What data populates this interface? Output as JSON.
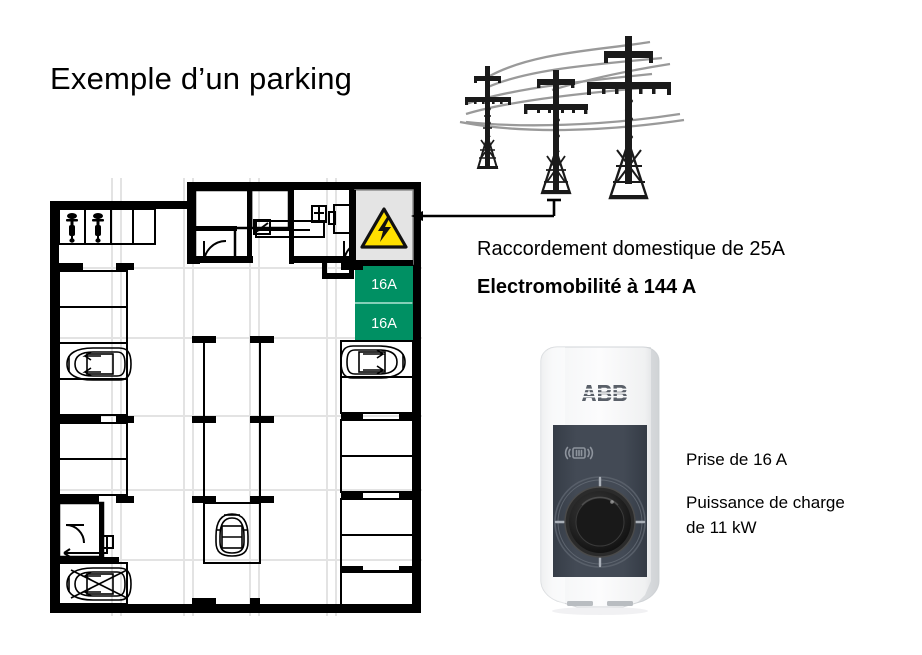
{
  "page": {
    "title": "Exemple d’un parking",
    "background_color": "#ffffff"
  },
  "floorplan": {
    "label": "parking-garage-floor-plan",
    "wall_color": "#000000",
    "bay_line_color": "#000000",
    "grid_color": "#e0e0e0",
    "technical_room": {
      "label": "technical-room"
    },
    "electrical_room": {
      "label": "electrical-supply-room",
      "fill_color": "#e4e4e4",
      "hazard_icon": {
        "name": "electrical-hazard-icon",
        "triangle_fill": "#ffe000",
        "bolt_color": "#000000"
      }
    },
    "charging_bays": [
      {
        "label": "16A",
        "fill_color": "#009063"
      },
      {
        "label": "16A",
        "fill_color": "#009063"
      }
    ],
    "motorcycle_bays": [
      {
        "name": "motorcycle-bay-1"
      },
      {
        "name": "motorcycle-bay-2"
      }
    ],
    "parked_cars": [
      {
        "name": "car-left-upper"
      },
      {
        "name": "car-right-upper"
      },
      {
        "name": "car-center"
      },
      {
        "name": "car-bottom-left-crossed"
      }
    ],
    "stairwell": {
      "name": "stairwell"
    }
  },
  "grid": {
    "pylons_label": "high-voltage-transmission-pylons",
    "pylon_count": 3,
    "tower_color": "#1a1a1a",
    "cable_color": "#999999",
    "feeder_label": "grid-feeder-connection-arrow",
    "feeder_color": "#000000"
  },
  "annotations": {
    "grid_connection": "Raccordement domestique de 25A",
    "electromobility": "Electromobilité à 144 A",
    "socket_rating": "Prise de 16 A",
    "charging_power": "Puissance de charge\nde 11 kW"
  },
  "charger": {
    "name": "abb-wallbox-charger",
    "brand": "ABB",
    "body_color": "#f5f6f7",
    "panel_color": "#3f4650",
    "socket_color": "#1c1c1c",
    "rfid_icon": "rfid-reader-icon"
  }
}
